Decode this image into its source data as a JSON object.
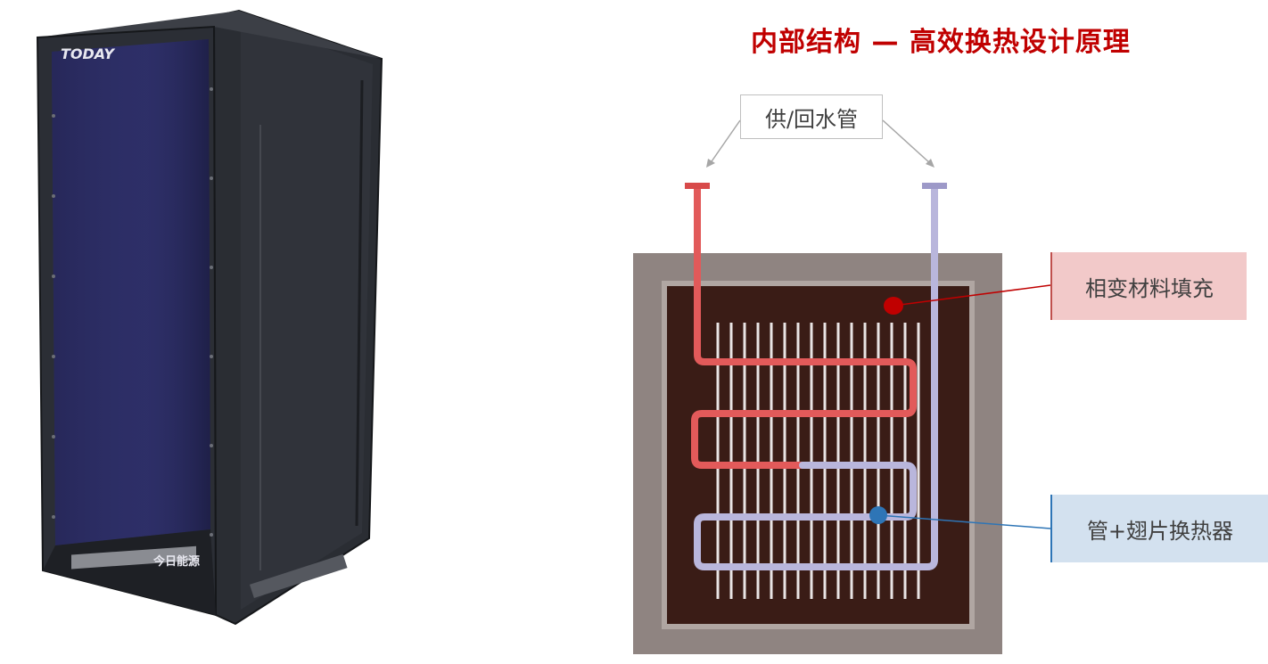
{
  "title": "内部结构 — 高效换热设计原理",
  "product": {
    "brand_logo": "TODAY",
    "panel_label": "今日能源"
  },
  "callouts": {
    "pipes": "供/回水管",
    "pcm": "相变材料填充",
    "heat_exchanger": "管+翅片换热器"
  },
  "colors": {
    "title": "#c00000",
    "supply_pipe": "#e25a5a",
    "return_pipe": "#b9b6dc",
    "pcm_dot": "#c00000",
    "hx_dot": "#2e75b6",
    "pcm_callout_bg": "#f2c9c9",
    "hx_callout_bg": "#d3e1ef",
    "casing": "#8f8481",
    "inner": "#3a1c16"
  }
}
